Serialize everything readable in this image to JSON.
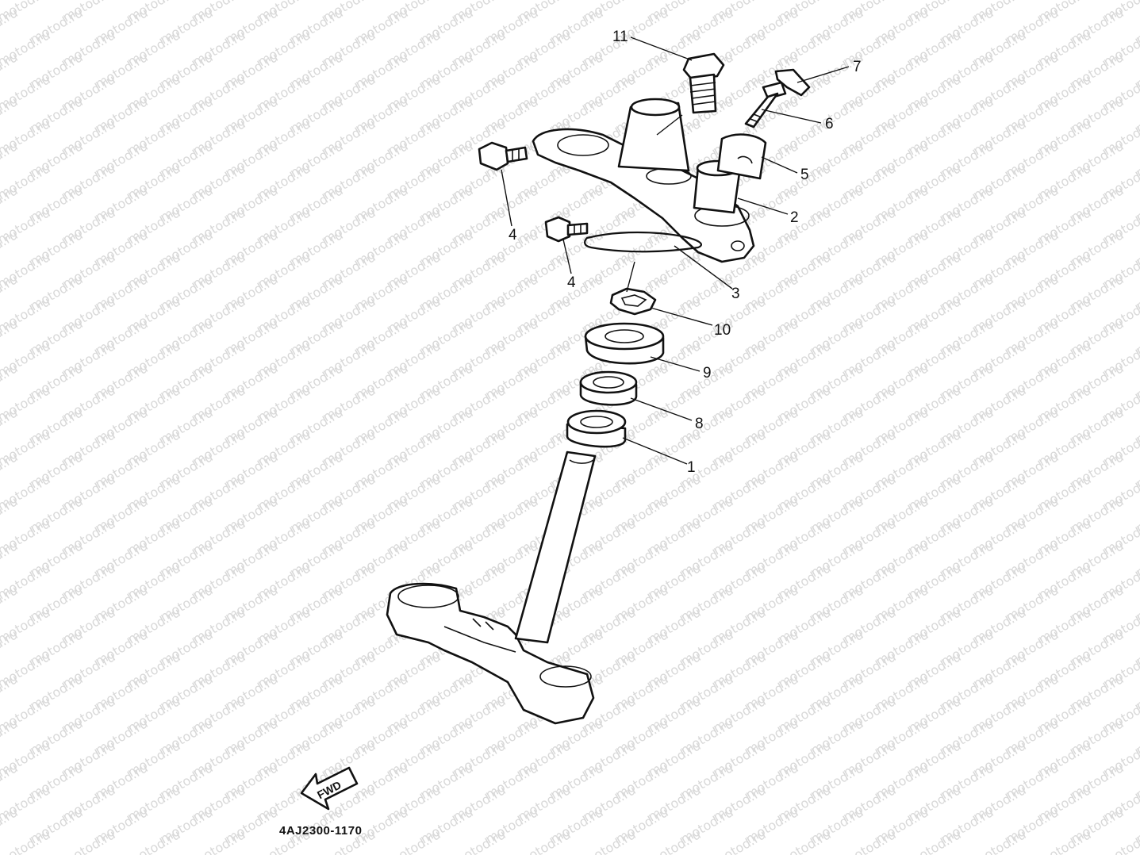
{
  "diagram": {
    "watermark_text": "motod.ru",
    "figure_code": "4AJ2300-1170",
    "fwd_label": "FWD",
    "callouts": [
      {
        "id": "11",
        "text": "11"
      },
      {
        "id": "7",
        "text": "7"
      },
      {
        "id": "6",
        "text": "6"
      },
      {
        "id": "5",
        "text": "5"
      },
      {
        "id": "2",
        "text": "2"
      },
      {
        "id": "4a",
        "text": "4"
      },
      {
        "id": "4b",
        "text": "4"
      },
      {
        "id": "3",
        "text": "3"
      },
      {
        "id": "10",
        "text": "10"
      },
      {
        "id": "9",
        "text": "9"
      },
      {
        "id": "8",
        "text": "8"
      },
      {
        "id": "1",
        "text": "1"
      }
    ]
  }
}
